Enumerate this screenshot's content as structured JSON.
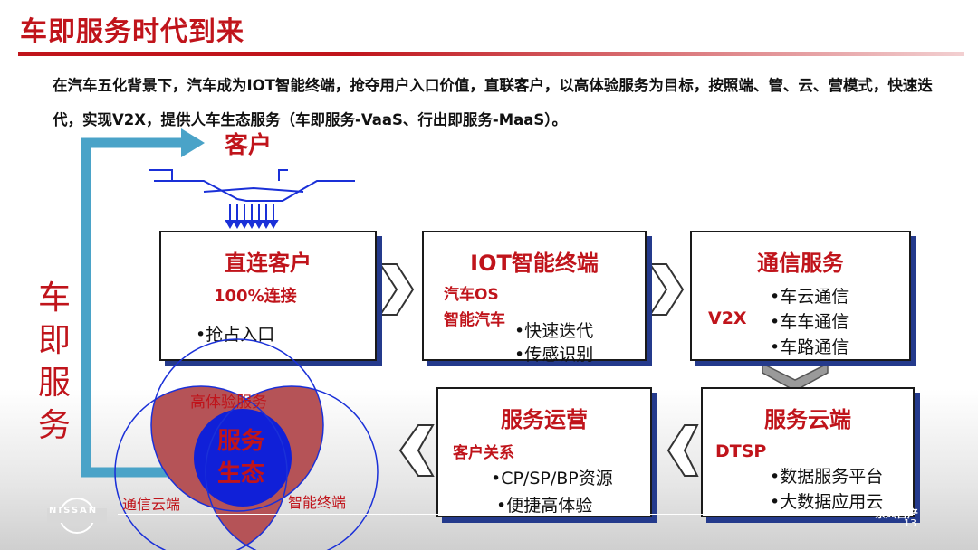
{
  "title": "车即服务时代到来",
  "intro": "在汽车五化背景下，汽车成为IOT智能终端，抢夺用户入口价值，直联客户，以高体验服务为目标，按照端、管、云、营模式，快速迭代，实现V2X，提供人车生态服务（车即服务-VaaS、行出即服务-MaaS）。",
  "customer": "客户",
  "vertical": [
    "车",
    "即",
    "服",
    "务"
  ],
  "boxes": {
    "direct": {
      "title": "直连客户",
      "subtitle": "100%连接",
      "bullet": "•抢占入口"
    },
    "iot": {
      "title": "IOT智能终端",
      "red1": "汽车OS",
      "red2": "智能汽车",
      "bullets": [
        "•快速迭代",
        "•传感识别"
      ]
    },
    "comm": {
      "title": "通信服务",
      "side": "V2X",
      "bullets": [
        "•车云通信",
        "•车车通信",
        "•车路通信"
      ]
    },
    "cloud": {
      "title": "服务云端",
      "side": "DTSP",
      "bullets": [
        "•数据服务平台",
        "•大数据应用云"
      ]
    },
    "ops": {
      "title": "服务运营",
      "side": "客户关系",
      "bullets": [
        "•CP/SP/BP资源",
        "•便捷高体验"
      ]
    }
  },
  "venn": {
    "top": "高体验服务",
    "left": "通信云端",
    "right": "智能终端",
    "center": [
      "服务",
      "生态"
    ]
  },
  "footer": {
    "logo": "NISSAN",
    "brand": "东风日产",
    "page": "13"
  },
  "colors": {
    "accent": "#c0141b",
    "shadow": "#243a8c",
    "arrow": "#4aa3c8",
    "eco": "#1020d8"
  }
}
